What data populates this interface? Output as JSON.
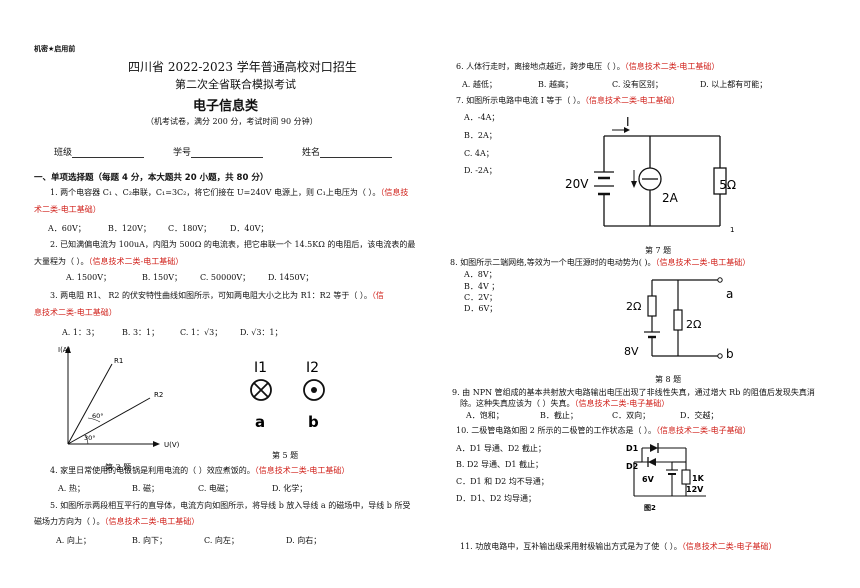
{
  "header": {
    "label": "机密★启用前"
  },
  "title": {
    "line1": "四川省 2022-2023 学年普通高校对口招生",
    "line2": "第二次全省联合模拟考试",
    "line3": "电子信息类",
    "note": "（机考试卷，满分 200 分，考试时间 90 分钟）"
  },
  "fields": {
    "class": "班级",
    "number": "学号",
    "name": "姓名"
  },
  "section1": "一、单项选择题（每题 4 分，本大题共 20 小题，共 80 分）",
  "q1": {
    "text": "1. 两个电容器 C₁ 、C₂串联，C₁=3C₂，将它们接在 U=240V 电源上，则 C₁上电压为（       ）。",
    "tag1": "（信息技",
    "tag2": "术二类-电工基础）",
    "options": [
      "A．60V；",
      "B．120V；",
      "C．180V；",
      "D．40V；"
    ]
  },
  "q2": {
    "line1": "2. 已知满偏电流为 100uA，内阻为 500Ω 的电流表，把它串联一个 14.5KΩ 的电阻后，该电流表的最",
    "line2": "大量程为（       ）。",
    "tag": "（信息技术二类-电工基础）",
    "options": [
      "A. 1500V；",
      "B. 150V；",
      "C. 50000V；",
      "D. 1450V；"
    ]
  },
  "q3": {
    "line1": "3. 两电阻 R1、 R2 的伏安特性曲线如图所示，可知两电阻大小之比为 R1：R2 等于（          ）。",
    "tag1": "（信",
    "tag2": "息技术二类-电工基础）",
    "options": [
      "A. 1：3；",
      "B. 3：1；",
      "C. 1：√3；",
      "D. √3：1；"
    ]
  },
  "fig3": {
    "ylabel": "I(A)",
    "xlabel": "U(V)",
    "r1": "R1",
    "r2": "R2",
    "a60": "60°",
    "a30": "30°",
    "caption": "第 3 题"
  },
  "fig5": {
    "i1": "I1",
    "i2": "I2",
    "a": "a",
    "b": "b",
    "caption": "第 5 题"
  },
  "q4": {
    "text": "4. 家里日常使用的电饭锅是利用电流的（          ）效应煮饭的。",
    "tag": "（信息技术二类-电工基础）",
    "options": [
      "A. 热；",
      "B. 磁；",
      "C. 电磁；",
      "D. 化学；"
    ]
  },
  "q5": {
    "line1": "5. 如图所示两段相互平行的直导体，电流方向如图所示，将导线 b 放入导线 a 的磁场中，导线 b 所受",
    "line2": "磁场力方向为（          ）。",
    "tag": "（信息技术二类-电工基础）",
    "options": [
      "A. 向上；",
      "B. 向下；",
      "C. 向左；",
      "D. 向右；"
    ]
  },
  "q6": {
    "text": "6. 人体行走时，离接地点越近，跨步电压（          ）。",
    "tag": "（信息技术二类-电工基础）",
    "options": [
      "A. 越低；",
      "B. 越高；",
      "C. 没有区别；",
      "D. 以上都有可能；"
    ]
  },
  "q7": {
    "text": "7. 如图所示电路中电流 I 等于（          ）。",
    "tag": "（信息技术二类-电工基础）",
    "options": [
      "A．-4A；",
      "B．2A；",
      "C. 4A；",
      "D. -2A；"
    ]
  },
  "fig7": {
    "i": "I",
    "v": "20V",
    "cs": "2A",
    "r": "5Ω",
    "side": "1",
    "caption": "第 7 题"
  },
  "q8": {
    "text": "8. 如图所示二端网络,等效为一个电压源时的电动势为(          )。",
    "tag": "（信息技术二类-电工基础）",
    "options": [
      "A．8V；",
      "B．4V ；",
      "C．2V；",
      "D．6V；"
    ]
  },
  "fig8": {
    "r1": "2Ω",
    "r2": "2Ω",
    "v": "8V",
    "a": "a",
    "b": "b",
    "caption": "第 8 题"
  },
  "q9": {
    "line1": "9. 由 NPN 管组成的基本共射放大电路输出电压出现了非线性失真，通过增大 Rb 的阻值后发现失真消",
    "line2": "除。这种失真应该为（      ）失真。",
    "tag": "（信息技术二类-电子基础）",
    "options": [
      "A．饱和；",
      "B．截止；",
      "C．双向；",
      "D．交越；"
    ]
  },
  "q10": {
    "text": "10. 二极管电路如图 2 所示的二极管的工作状态是（       ）。",
    "tag": "（信息技术二类-电子基础）",
    "options": [
      "A．D1 导通、D2 截止；",
      "B. D2 导通、D1 截止；",
      "C．D1 和 D2 均不导通；",
      "D．D1、D2 均导通；"
    ]
  },
  "fig10": {
    "d1": "D1",
    "d2": "D2",
    "v6": "6V",
    "r": "1K",
    "v12": "12V",
    "caption": "图2"
  },
  "q11": {
    "text": "11. 功放电路中，互补输出级采用射极输出方式是为了使（        ）。",
    "tag": "（信息技术二类-电子基础）"
  }
}
